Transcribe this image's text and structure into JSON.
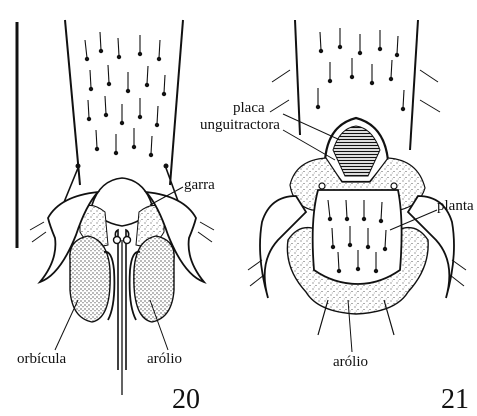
{
  "figure_20": {
    "number": "20",
    "labels": {
      "garra": "garra",
      "orbicula": "orbícula",
      "arolio": "arólio"
    }
  },
  "figure_21": {
    "number": "21",
    "labels": {
      "placa_line1": "placa",
      "placa_line2": "unguitractora",
      "planta": "planta",
      "arolio": "arólio"
    }
  },
  "colors": {
    "ink": "#111111",
    "background": "#ffffff"
  }
}
